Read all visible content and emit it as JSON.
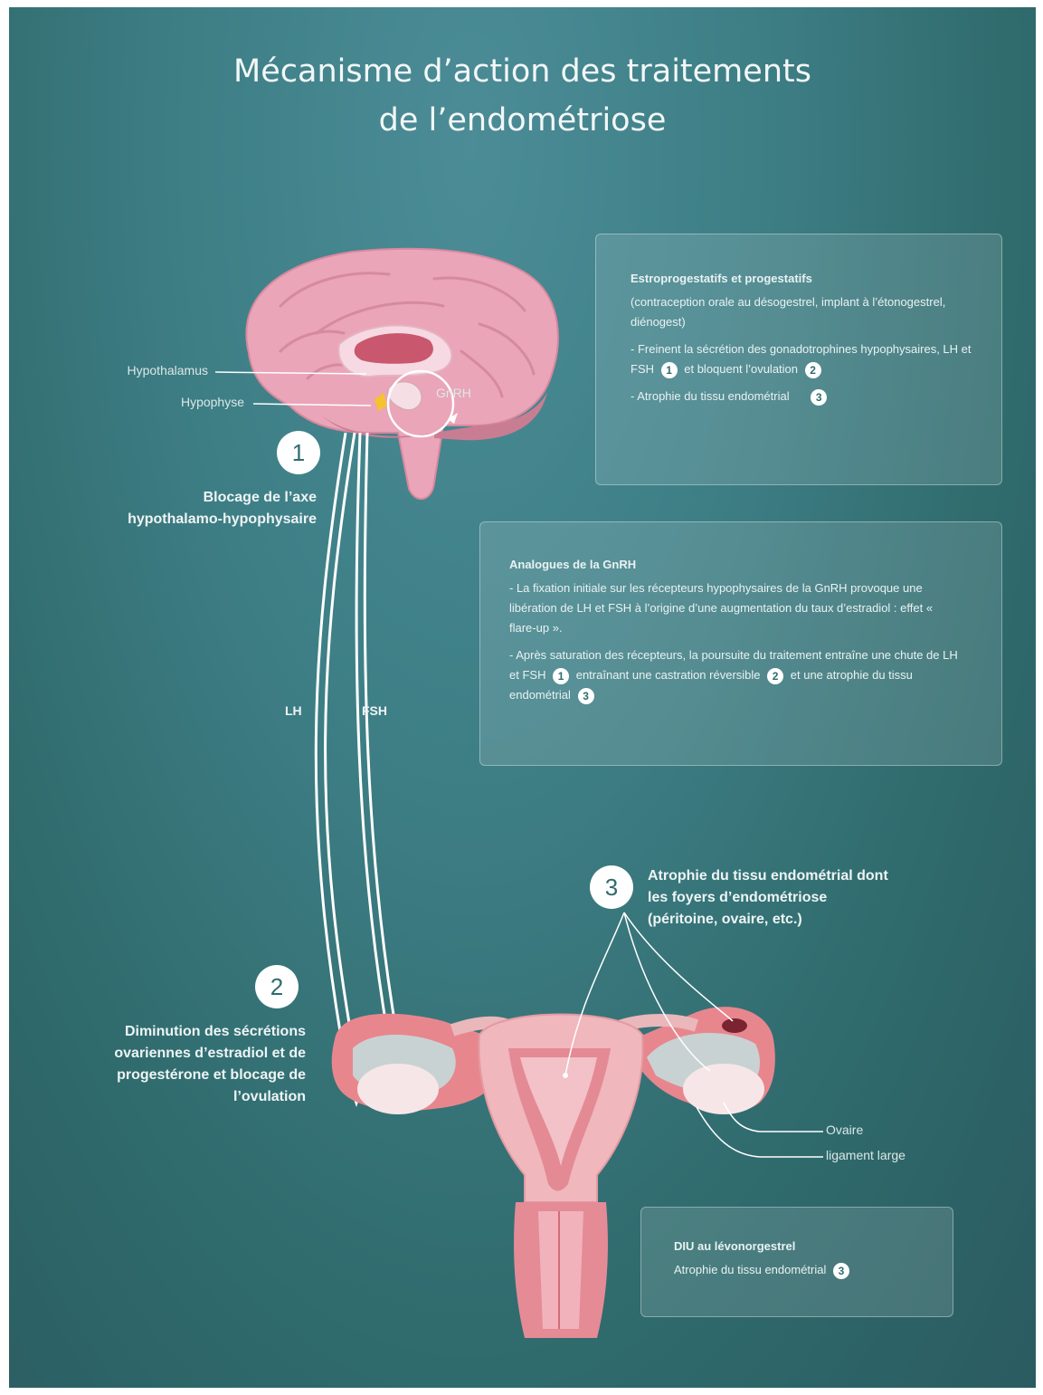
{
  "title": {
    "line1": "Mécanisme d’action des traitements",
    "line2": "de l’endométriose"
  },
  "labels": {
    "hypothalamus": "Hypothalamus",
    "hypophyse": "Hypophyse",
    "gnrh": "GnRH",
    "lh": "LH",
    "fsh": "FSH",
    "ovaire": "Ovaire",
    "ligament": "ligament large"
  },
  "steps": {
    "s1": {
      "num": "1",
      "text_l1": "Blocage de l’axe",
      "text_l2": "hypothalamo-hypophysaire"
    },
    "s2": {
      "num": "2",
      "text_l1": "Diminution des sécrétions",
      "text_l2": "ovariennes d’estradiol et de",
      "text_l3": "progestérone et blocage de",
      "text_l4": "l’ovulation"
    },
    "s3": {
      "num": "3",
      "text_l1": "Atrophie du tissu endométrial dont",
      "text_l2": "les foyers d’endométriose",
      "text_l3": "(péritoine, ovaire, etc.)"
    }
  },
  "boxes": {
    "b1": {
      "title": "Estroprogestatifs et progestatifs",
      "intro": "(contraception orale au désogestrel, implant à l’étonogestrel, diénogest)",
      "p1": "- Freinent la sécrétion des gonadotrophines hypophysaires, LH et FSH",
      "p1_badge": "1",
      "p1_tail": "et bloquent l’ovulation",
      "p1_badge2": "2",
      "p2": "- Atrophie du tissu endométrial",
      "p2_badge": "3"
    },
    "b2": {
      "title": "Analogues de la GnRH",
      "p1": "- La fixation initiale sur les récepteurs hypophysaires de la GnRH provoque une libération de LH et FSH à l’origine d’une augmentation du taux d’estradiol : effet « flare-up ».",
      "p2a": "- Après saturation des récepteurs, la poursuite du traitement entraîne une chute de LH et FSH",
      "p2_badge1": "1",
      "p2b": "entraînant une castration réversible",
      "p2_badge2": "2",
      "p2c": "et une atrophie du tissu endométrial",
      "p2_badge3": "3"
    },
    "b3": {
      "title": "DIU au lévonorgestrel",
      "p1": "Atrophie du tissu endométrial",
      "p1_badge": "3"
    }
  },
  "colors": {
    "background": "#3e7f86",
    "brain": "#e9a7b8",
    "organ": "#f0b7b8",
    "organ_dark": "#d7747c",
    "accent": "#f6c230"
  }
}
